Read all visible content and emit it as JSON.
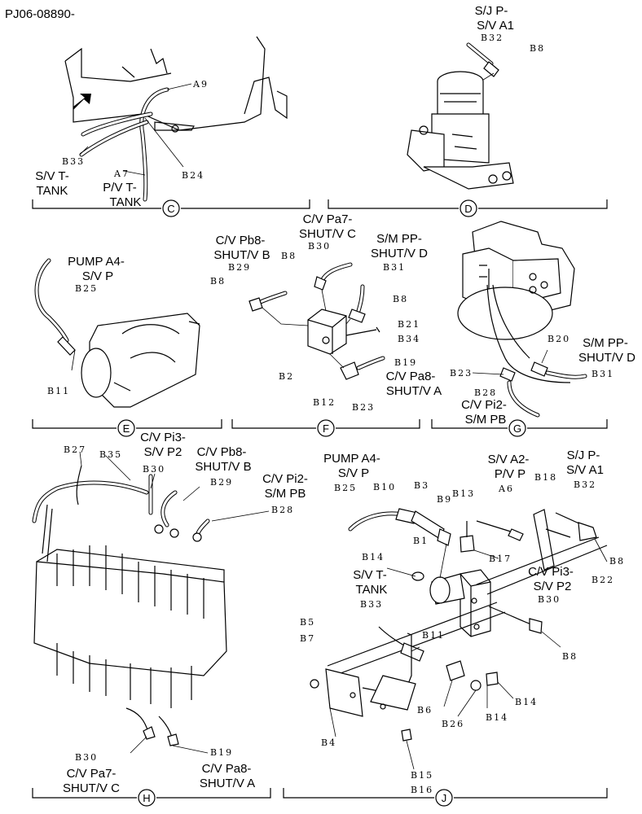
{
  "doc_id": "PJ06-08890-",
  "sections": {
    "C": "C",
    "D": "D",
    "E": "E",
    "F": "F",
    "G": "G",
    "H": "H",
    "J": "J"
  },
  "labels": {
    "sj_sv_a1": [
      "S/J P-",
      "S/V A1"
    ],
    "sv_t_tank": [
      "S/V T-",
      "TANK"
    ],
    "pv_t_tank": [
      "P/V T-",
      "TANK"
    ],
    "pump_a4_sv_p": [
      "PUMP A4-",
      "S/V P"
    ],
    "cv_pb8": [
      "C/V Pb8-",
      "SHUT/V B"
    ],
    "cv_pa7": [
      "C/V Pa7-",
      "SHUT/V C"
    ],
    "sm_pp": [
      "S/M PP-",
      "SHUT/V D"
    ],
    "cv_pa8": [
      "C/V Pa8-",
      "SHUT/V A"
    ],
    "cv_pi2": [
      "C/V Pi2-",
      "S/M PB"
    ],
    "sm_pp_g": [
      "S/M PP-",
      "SHUT/V D"
    ],
    "cv_pi3": [
      "C/V Pi3-",
      "S/V P2"
    ],
    "cv_pb8_h": [
      "C/V Pb8-",
      "SHUT/V B"
    ],
    "cv_pi2_h": [
      "C/V Pi2-",
      "S/M PB"
    ],
    "cv_pa7_h": [
      "C/V Pa7-",
      "SHUT/V C"
    ],
    "cv_pa8_h": [
      "C/V Pa8-",
      "SHUT/V A"
    ],
    "pump_a4_j": [
      "PUMP A4-",
      "S/V P"
    ],
    "sv_a2_pv_p": [
      "S/V A2-",
      "P/V P"
    ],
    "sj_sv_a1_j": [
      "S/J P-",
      "S/V A1"
    ],
    "cv_pi3_j": [
      "C/V Pi3-",
      "S/V P2"
    ],
    "sv_t_tank_j": [
      "S/V T-",
      "TANK"
    ]
  },
  "parts": {
    "c": {
      "a9": "A9",
      "b33": "B33",
      "a7": "A7",
      "b24": "B24"
    },
    "d": {
      "b32": "B32",
      "b8": "B8"
    },
    "e": {
      "b25": "B25",
      "b11": "B11"
    },
    "f": {
      "b30": "B30",
      "b8a": "B8",
      "b29": "B29",
      "b8b": "B8",
      "b31": "B31",
      "b8c": "B8",
      "b21": "B21",
      "b34": "B34",
      "b19": "B19",
      "b2": "B2",
      "b12": "B12",
      "b23": "B23"
    },
    "g": {
      "b20": "B20",
      "b23": "B23",
      "b28": "B28",
      "b31": "B31"
    },
    "h": {
      "b27": "B27",
      "b35": "B35",
      "b30": "B30",
      "b29": "B29",
      "b28": "B28",
      "b30b": "B30",
      "b19": "B19"
    },
    "j": {
      "b25": "B25",
      "b10": "B10",
      "b3": "B3",
      "b9": "B9",
      "b13": "B13",
      "a6": "A6",
      "b18": "B18",
      "b32": "B32",
      "b1": "B1",
      "b17": "B17",
      "b14": "B14",
      "b33": "B33",
      "b11": "B11",
      "b22": "B22",
      "b8": "B8",
      "b30": "B30",
      "b5": "B5",
      "b7": "B7",
      "b6": "B6",
      "b26": "B26",
      "b14b": "B14",
      "b14c": "B14",
      "b4": "B4",
      "b15": "B15",
      "b16": "B16"
    }
  }
}
